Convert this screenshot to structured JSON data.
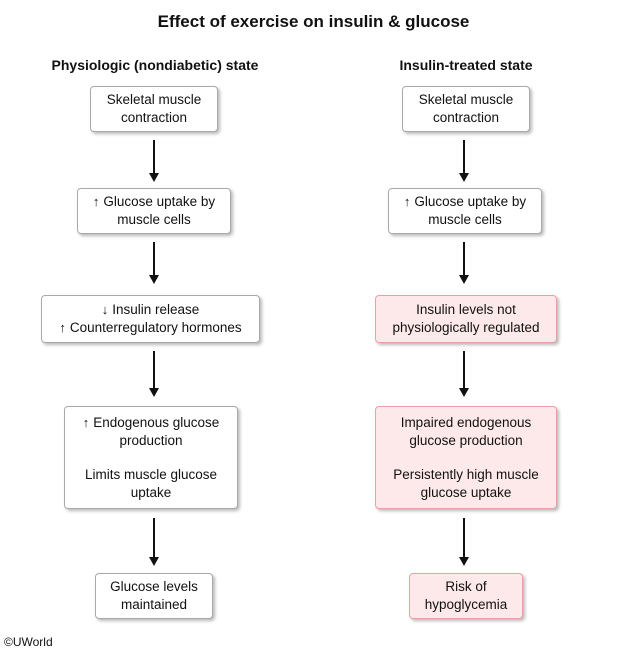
{
  "title": "Effect of exercise on insulin & glucose",
  "left": {
    "heading": "Physiologic (nondiabetic) state",
    "box1": [
      "Skeletal muscle",
      "contraction"
    ],
    "box2": {
      "arrow": "↑",
      "line1": "Glucose uptake by",
      "line2": "muscle cells"
    },
    "box3": {
      "arrow1": "↓",
      "line1": "Insulin release",
      "arrow2": "↑",
      "line2": "Counterregulatory hormones"
    },
    "box4": {
      "arrow": "↑",
      "line1": "Endogenous glucose",
      "line2": "production",
      "line3": "Limits muscle glucose",
      "line4": "uptake"
    },
    "box5": [
      "Glucose levels",
      "maintained"
    ]
  },
  "right": {
    "heading": "Insulin-treated state",
    "box1": [
      "Skeletal muscle",
      "contraction"
    ],
    "box2": {
      "arrow": "↑",
      "line1": "Glucose uptake by",
      "line2": "muscle cells"
    },
    "box3": [
      "Insulin levels not",
      "physiologically regulated"
    ],
    "box4": [
      "Impaired endogenous",
      "glucose production",
      "Persistently high muscle",
      "glucose uptake"
    ],
    "box5": [
      "Risk of",
      "hypoglycemia"
    ]
  },
  "colors": {
    "highlight_fill": "#fde9e9",
    "highlight_border": "#e5a3a3"
  },
  "copyright": "©UWorld"
}
